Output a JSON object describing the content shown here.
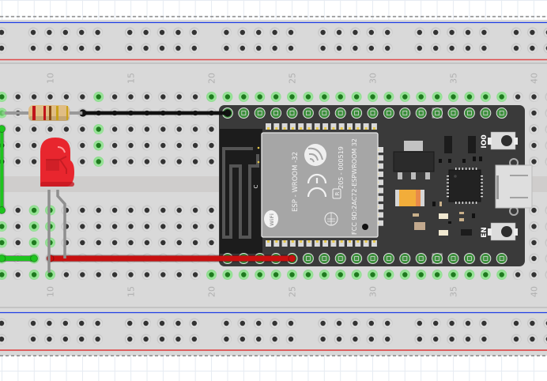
{
  "app": {
    "view": "Breadboard view",
    "canvas_background": "#ffffff"
  },
  "breadboard": {
    "color": "#d9d9d9",
    "column_labels": [
      "10",
      "15",
      "20",
      "25",
      "30",
      "35",
      "40"
    ],
    "label_color": "#b0b0b0",
    "rail_colors": {
      "negative": "#1f3ee6",
      "positive": "#e04a4a"
    },
    "hole_color": "#333333",
    "connected_hole_color": "#1f7a1f"
  },
  "components": {
    "resistor": {
      "name": "Resistor",
      "bands": [
        "#c0151b",
        "#c0151b",
        "#8a4a12",
        "#c9a21a"
      ],
      "body_color": "#e0bd84"
    },
    "led": {
      "name": "Red LED",
      "color": "#e8262e"
    },
    "esp32": {
      "name": "ESP32 DevKit",
      "module_label": "ESP - WROOM -32",
      "cert_number": "205 - 000519",
      "fcc_id": "FCC 9D:2AC72-ESPWROOM 32",
      "r_mark": "R",
      "wifi_label": "WiFi",
      "antenna_label": "C",
      "button_boot_label": "IO0",
      "button_reset_label": "EN",
      "board_color": "#3a3a3a",
      "module_color": "#a6a6a6",
      "capacitor_color": "#f2ad3a"
    }
  },
  "wires": [
    {
      "name": "black-wire",
      "color": "#111111",
      "from": "resistor",
      "to": "esp32-top-pin-1"
    },
    {
      "name": "red-wire",
      "color": "#c81010",
      "from": "led-anode-row",
      "to": "esp32-bottom-pin-5"
    },
    {
      "name": "green-wire-vertical",
      "color": "#1ec41e",
      "from": "resistor-row",
      "to": "lower-row"
    },
    {
      "name": "green-wire-horizontal",
      "color": "#1ec41e",
      "from": "led-cathode",
      "to": "left-column"
    }
  ]
}
